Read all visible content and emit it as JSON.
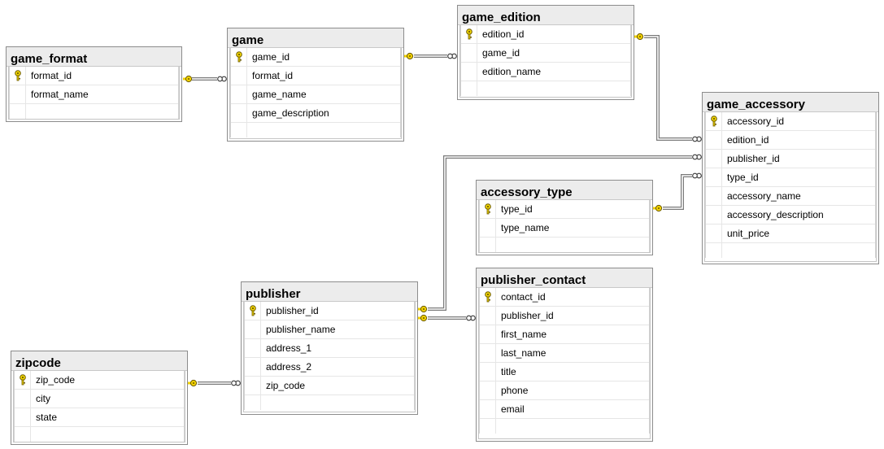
{
  "tables": [
    {
      "id": "game_format",
      "title": "game_format",
      "columns": [
        {
          "name": "format_id",
          "pk": true
        },
        {
          "name": "format_name",
          "pk": false
        }
      ]
    },
    {
      "id": "game",
      "title": "game",
      "columns": [
        {
          "name": "game_id",
          "pk": true
        },
        {
          "name": "format_id",
          "pk": false
        },
        {
          "name": "game_name",
          "pk": false
        },
        {
          "name": "game_description",
          "pk": false
        }
      ]
    },
    {
      "id": "game_edition",
      "title": "game_edition",
      "columns": [
        {
          "name": "edition_id",
          "pk": true
        },
        {
          "name": "game_id",
          "pk": false
        },
        {
          "name": "edition_name",
          "pk": false
        }
      ]
    },
    {
      "id": "game_accessory",
      "title": "game_accessory",
      "columns": [
        {
          "name": "accessory_id",
          "pk": true
        },
        {
          "name": "edition_id",
          "pk": false
        },
        {
          "name": "publisher_id",
          "pk": false
        },
        {
          "name": "type_id",
          "pk": false
        },
        {
          "name": "accessory_name",
          "pk": false
        },
        {
          "name": "accessory_description",
          "pk": false
        },
        {
          "name": "unit_price",
          "pk": false
        }
      ]
    },
    {
      "id": "accessory_type",
      "title": "accessory_type",
      "columns": [
        {
          "name": "type_id",
          "pk": true
        },
        {
          "name": "type_name",
          "pk": false
        }
      ]
    },
    {
      "id": "publisher",
      "title": "publisher",
      "columns": [
        {
          "name": "publisher_id",
          "pk": true
        },
        {
          "name": "publisher_name",
          "pk": false
        },
        {
          "name": "address_1",
          "pk": false
        },
        {
          "name": "address_2",
          "pk": false
        },
        {
          "name": "zip_code",
          "pk": false
        }
      ]
    },
    {
      "id": "publisher_contact",
      "title": "publisher_contact",
      "columns": [
        {
          "name": "contact_id",
          "pk": true
        },
        {
          "name": "publisher_id",
          "pk": false
        },
        {
          "name": "first_name",
          "pk": false
        },
        {
          "name": "last_name",
          "pk": false
        },
        {
          "name": "title",
          "pk": false
        },
        {
          "name": "phone",
          "pk": false
        },
        {
          "name": "email",
          "pk": false
        }
      ]
    },
    {
      "id": "zipcode",
      "title": "zipcode",
      "columns": [
        {
          "name": "zip_code",
          "pk": true
        },
        {
          "name": "city",
          "pk": false
        },
        {
          "name": "state",
          "pk": false
        }
      ]
    }
  ],
  "relationships": [
    {
      "one": "game_format",
      "many": "game"
    },
    {
      "one": "game",
      "many": "game_edition"
    },
    {
      "one": "game_edition",
      "many": "game_accessory"
    },
    {
      "one": "publisher",
      "many": "game_accessory"
    },
    {
      "one": "accessory_type",
      "many": "game_accessory"
    },
    {
      "one": "publisher",
      "many": "publisher_contact"
    },
    {
      "one": "zipcode",
      "many": "publisher"
    }
  ],
  "colors": {
    "key_icon": "#f0d000",
    "connector": "#7a7a7a",
    "header_bg": "#ececec"
  }
}
